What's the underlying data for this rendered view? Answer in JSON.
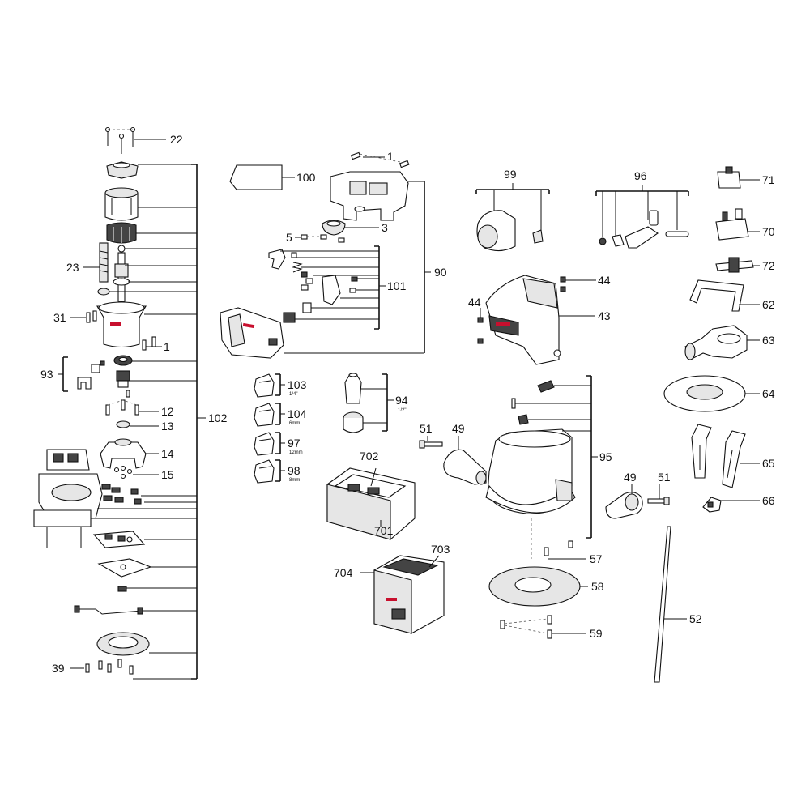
{
  "labels": {
    "l22": "22",
    "l23": "23",
    "l31": "31",
    "l1a": "1",
    "l93": "93",
    "l12": "12",
    "l13": "13",
    "l14": "14",
    "l15": "15",
    "l102": "102",
    "l39": "39",
    "l100": "100",
    "l1b": "1",
    "l3": "3",
    "l5": "5",
    "l101": "101",
    "l90": "90",
    "l103": "103",
    "l103s": "1/4\"",
    "l104": "104",
    "l104s": "6mm",
    "l97": "97",
    "l97s": "12mm",
    "l98": "98",
    "l98s": "8mm",
    "l94": "94",
    "l94s": "1/2\"",
    "l702": "702",
    "l701": "701",
    "l703": "703",
    "l704": "704",
    "l99": "99",
    "l96": "96",
    "l44a": "44",
    "l44b": "44",
    "l43": "43",
    "l51a": "51",
    "l49a": "49",
    "l95": "95",
    "l49b": "49",
    "l51b": "51",
    "l57": "57",
    "l58": "58",
    "l59": "59",
    "l71": "71",
    "l70": "70",
    "l72": "72",
    "l62": "62",
    "l63": "63",
    "l64": "64",
    "l65": "65",
    "l66": "66",
    "l52": "52"
  },
  "colors": {
    "line": "#111111",
    "brand": "#c8102e",
    "fill": "#e6e6e6"
  }
}
